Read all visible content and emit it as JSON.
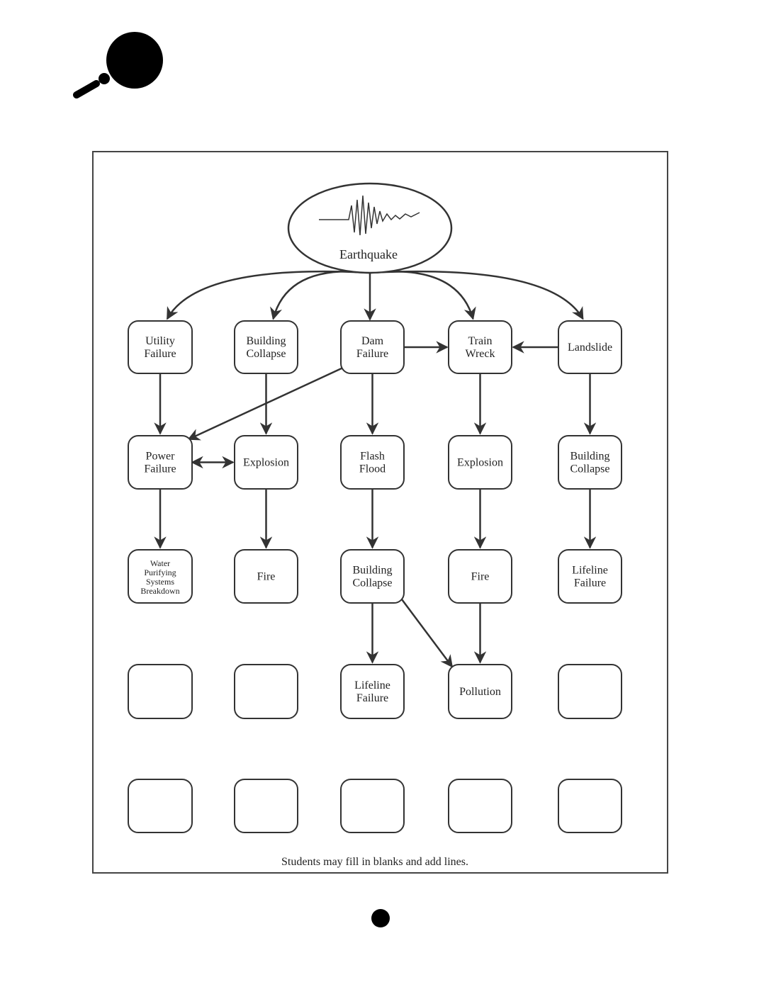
{
  "diagram": {
    "root": {
      "id": "earthquake",
      "label": "Earthquake"
    },
    "nodes": [
      {
        "id": "r1c1",
        "lines": [
          "Utility",
          "Failure"
        ]
      },
      {
        "id": "r1c2",
        "lines": [
          "Building",
          "Collapse"
        ]
      },
      {
        "id": "r1c3",
        "lines": [
          "Dam",
          "Failure"
        ]
      },
      {
        "id": "r1c4",
        "lines": [
          "Train",
          "Wreck"
        ]
      },
      {
        "id": "r1c5",
        "lines": [
          "Landslide"
        ]
      },
      {
        "id": "r2c1",
        "lines": [
          "Power",
          "Failure"
        ]
      },
      {
        "id": "r2c2",
        "lines": [
          "Explosion"
        ]
      },
      {
        "id": "r2c3",
        "lines": [
          "Flash",
          "Flood"
        ]
      },
      {
        "id": "r2c4",
        "lines": [
          "Explosion"
        ]
      },
      {
        "id": "r2c5",
        "lines": [
          "Building",
          "Collapse"
        ]
      },
      {
        "id": "r3c1",
        "lines": [
          "Water",
          "Purifying",
          "Systems",
          "Breakdown"
        ]
      },
      {
        "id": "r3c2",
        "lines": [
          "Fire"
        ]
      },
      {
        "id": "r3c3",
        "lines": [
          "Building",
          "Collapse"
        ]
      },
      {
        "id": "r3c4",
        "lines": [
          "Fire"
        ]
      },
      {
        "id": "r3c5",
        "lines": [
          "Lifeline",
          "Failure"
        ]
      },
      {
        "id": "r4c1",
        "lines": []
      },
      {
        "id": "r4c2",
        "lines": []
      },
      {
        "id": "r4c3",
        "lines": [
          "Lifeline",
          "Failure"
        ]
      },
      {
        "id": "r4c4",
        "lines": [
          "Pollution"
        ]
      },
      {
        "id": "r4c5",
        "lines": []
      },
      {
        "id": "r5c1",
        "lines": []
      },
      {
        "id": "r5c2",
        "lines": []
      },
      {
        "id": "r5c3",
        "lines": []
      },
      {
        "id": "r5c4",
        "lines": []
      },
      {
        "id": "r5c5",
        "lines": []
      }
    ],
    "edges": [
      [
        "earthquake",
        "r1c1"
      ],
      [
        "earthquake",
        "r1c2"
      ],
      [
        "earthquake",
        "r1c3"
      ],
      [
        "earthquake",
        "r1c4"
      ],
      [
        "earthquake",
        "r1c5"
      ],
      [
        "r1c3",
        "r1c4"
      ],
      [
        "r1c5",
        "r1c4"
      ],
      [
        "r1c3",
        "r2c1"
      ],
      [
        "r1c1",
        "r2c1"
      ],
      [
        "r1c2",
        "r2c2"
      ],
      [
        "r1c3",
        "r2c3"
      ],
      [
        "r1c4",
        "r2c4"
      ],
      [
        "r1c5",
        "r2c5"
      ],
      [
        "r2c1",
        "r2c2",
        "both"
      ],
      [
        "r2c1",
        "r3c1"
      ],
      [
        "r2c2",
        "r3c2"
      ],
      [
        "r2c3",
        "r3c3"
      ],
      [
        "r2c4",
        "r3c4"
      ],
      [
        "r2c5",
        "r3c5"
      ],
      [
        "r3c3",
        "r4c3"
      ],
      [
        "r3c3",
        "r4c4"
      ],
      [
        "r3c4",
        "r4c4"
      ]
    ],
    "caption": "Students may fill in blanks and add lines."
  }
}
